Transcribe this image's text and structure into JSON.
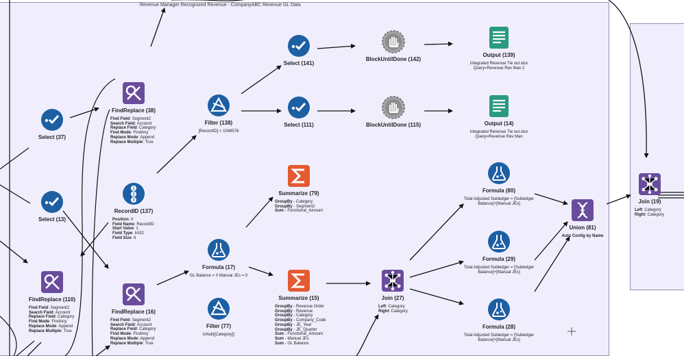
{
  "container_title": "Revenue Manager Recognized Revenue - CompanyABC Revenue GL Data",
  "tools": {
    "select37": {
      "name": "Select (37)"
    },
    "select13": {
      "name": "Select (13)"
    },
    "findreplace38": {
      "name": "FindReplace (38)",
      "config": [
        {
          "k": "Find Field",
          "v": "Segment2"
        },
        {
          "k": "Search Field",
          "v": "Account"
        },
        {
          "k": "Replace Field",
          "v": "Category"
        },
        {
          "k": "Find Mode",
          "v": "FindAny"
        },
        {
          "k": "Replace Mode",
          "v": "Append"
        },
        {
          "k": "Replace Multiple",
          "v": "True"
        }
      ]
    },
    "findreplace110": {
      "name": "FindReplace (110)",
      "config": [
        {
          "k": "Find Field",
          "v": "Segment2"
        },
        {
          "k": "Search Field",
          "v": "Account"
        },
        {
          "k": "Replace Field",
          "v": "Category"
        },
        {
          "k": "Find Mode",
          "v": "FindAny"
        },
        {
          "k": "Replace Mode",
          "v": "Append"
        },
        {
          "k": "Replace Multiple",
          "v": "True"
        }
      ]
    },
    "findreplace16": {
      "name": "FindReplace (16)",
      "config": [
        {
          "k": "Find Field",
          "v": "Segment2"
        },
        {
          "k": "Search Field",
          "v": "Account"
        },
        {
          "k": "Replace Field",
          "v": "Category"
        },
        {
          "k": "Find Mode",
          "v": "FindAny"
        },
        {
          "k": "Replace Mode",
          "v": "Append"
        },
        {
          "k": "Replace Multiple",
          "v": "True"
        }
      ]
    },
    "recordid137": {
      "name": "RecordID (137)",
      "config": [
        {
          "k": "Position",
          "v": "0"
        },
        {
          "k": "Field Name",
          "v": "RecordID"
        },
        {
          "k": "Start Value",
          "v": "1"
        },
        {
          "k": "Field Type",
          "v": "Int32"
        },
        {
          "k": "Field Size",
          "v": "6"
        }
      ]
    },
    "filter138": {
      "name": "Filter (138)",
      "desc": "[RecordID] < 1048576"
    },
    "filter77": {
      "name": "Filter (77)",
      "desc": "IsNull([Category])"
    },
    "formula17": {
      "name": "Formula (17)",
      "desc": "GL Balance = 0 Manual JEs = 0"
    },
    "select141": {
      "name": "Select (141)"
    },
    "select111": {
      "name": "Select (111)"
    },
    "blockuntildone142": {
      "name": "BlockUntilDone (142)"
    },
    "blockuntildone115": {
      "name": "BlockUntilDone (115)"
    },
    "output139": {
      "name": "Output (139)",
      "desc": "Integrated Revenue Tie out.xlsx Query=Revenue Rev Man 2"
    },
    "output14": {
      "name": "Output (14)",
      "desc": "Integrated Revenue Tie out.xlsx Query=Revenue Rev Man"
    },
    "summarize79": {
      "name": "Summarize (79)",
      "config": [
        {
          "k": "GroupBy",
          "v": "Category"
        },
        {
          "k": "GroupBy",
          "v": "Segment2"
        },
        {
          "k": "Sum",
          "v": "Functional_Amount"
        }
      ]
    },
    "summarize15": {
      "name": "Summarize (15)",
      "config": [
        {
          "k": "GroupBy",
          "v": "Revenue Order"
        },
        {
          "k": "GroupBy",
          "v": "Revenue"
        },
        {
          "k": "GroupBy",
          "v": "Category"
        },
        {
          "k": "GroupBy",
          "v": "Company_Code"
        },
        {
          "k": "GroupBy",
          "v": "JE_Year"
        },
        {
          "k": "GroupBy",
          "v": "JE_Quarter"
        },
        {
          "k": "Sum",
          "v": "Functional_Amount"
        },
        {
          "k": "Sum",
          "v": "Manual JEs"
        },
        {
          "k": "Sum",
          "v": "GL Balance"
        }
      ]
    },
    "join27": {
      "name": "Join (27)",
      "config": [
        {
          "k": "Left",
          "v": "Category"
        },
        {
          "k": "Right",
          "v": "Category"
        }
      ]
    },
    "formula80": {
      "name": "Formula (80)",
      "desc": "Total Adjusted Subledger = [Subledger Balance]+[Manual JEs]"
    },
    "formula29": {
      "name": "Formula (29)",
      "desc": "Total Adjusted Subledger = [Subledger Balance]+[Manual JEs]"
    },
    "formula28": {
      "name": "Formula (28)",
      "desc": "Total Adjusted Subledger = [Subledger Balance]+[Manual JEs]"
    },
    "union81": {
      "name": "Union (81)",
      "desc": "Auto Config by Name"
    },
    "join19": {
      "name": "Join (19)",
      "config": [
        {
          "k": "Left",
          "v": "Category"
        },
        {
          "k": "Right",
          "v": "Category"
        }
      ]
    }
  },
  "colors": {
    "select": "#1d5fa3",
    "filter": "#1d5fa3",
    "recordid": "#1d5fa3",
    "formula": "#1d5fa3",
    "findreplace": "#6a4c9c",
    "join": "#6a4c9c",
    "union": "#6a4c9c",
    "summarize": "#e35a33",
    "output": "#2a9a80",
    "block": "#8d8d8d"
  }
}
